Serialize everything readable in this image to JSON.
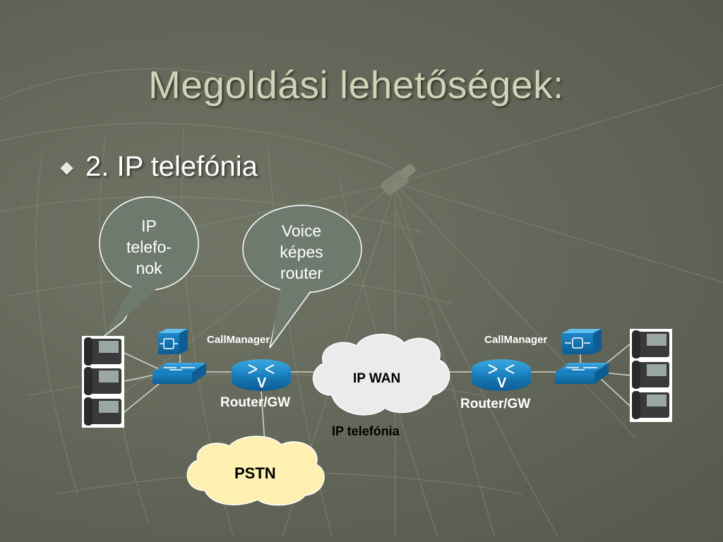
{
  "slide": {
    "title": "Megoldási lehetőségek:",
    "bullet": "2. IP telefónia"
  },
  "callouts": {
    "ip_phones": [
      "IP",
      "telefo-",
      "nok"
    ],
    "voice_router": [
      "Voice",
      "képes",
      "router"
    ]
  },
  "diagram": {
    "callmanager_left": "CallManager",
    "callmanager_right": "CallManager",
    "router_left": "Router/GW",
    "router_right": "Router/GW",
    "router_badge": "V",
    "ip_wan": "IP WAN",
    "pstn": "PSTN",
    "ip_telefonia": "IP telefónia"
  },
  "colors": {
    "background": "#666a5c",
    "title": "#d2d2b7",
    "callout_fill": "#6f7a6f",
    "cloud_wan": "#ebebeb",
    "cloud_pstn": "#fdf0b0",
    "cisco_blue": "#1f8fcd"
  }
}
